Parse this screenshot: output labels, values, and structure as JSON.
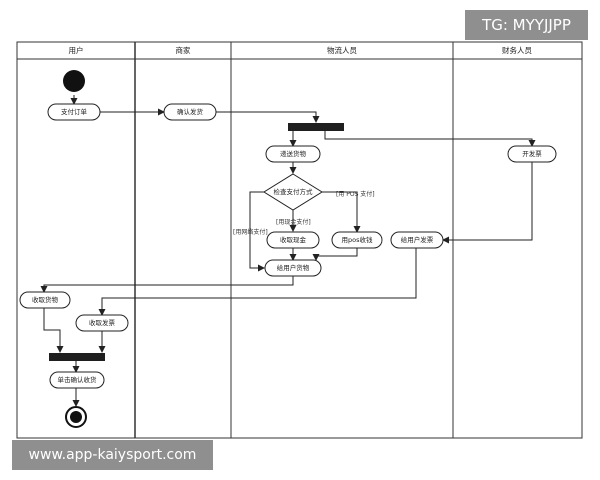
{
  "watermarks": {
    "top": "TG: MYYJJPP",
    "bottom": "www.app-kaiysport.com"
  },
  "lanes": [
    "用户",
    "商家",
    "物流人员",
    "财务人员"
  ],
  "nodes": {
    "pay_order": "支付订单",
    "confirm_ship": "确认发货",
    "deliver_goods": "递送货物",
    "check_payment": "检查支付方式",
    "collect_cash": "收取现金",
    "pos_payment": "用pos收钱",
    "give_goods": "给用户货物",
    "issue_invoice": "开发票",
    "give_invoice": "给用户发票",
    "receive_goods": "收取货物",
    "receive_invoice": "收取发票",
    "confirm_receipt": "单击确认收货"
  },
  "edge_labels": {
    "cash": "[用现金支付]",
    "pos": "[用 POS 支付]",
    "online": "[用网络支付]"
  }
}
